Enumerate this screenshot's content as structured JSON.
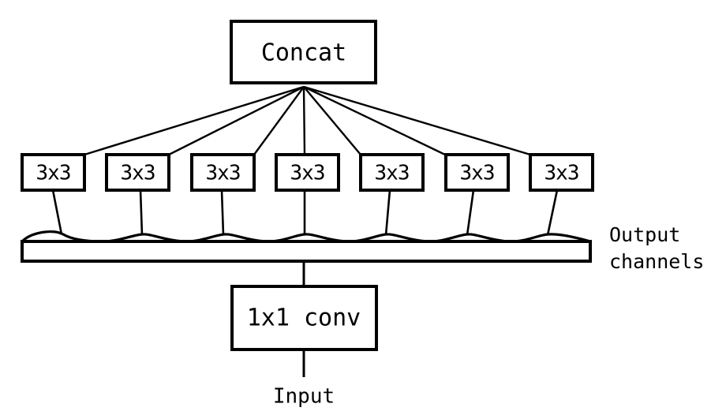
{
  "diagram": {
    "title_node": {
      "id": "concat",
      "label": "Concat"
    },
    "branch_nodes": [
      {
        "id": "branch-1",
        "label": "3x3"
      },
      {
        "id": "branch-2",
        "label": "3x3"
      },
      {
        "id": "branch-3",
        "label": "3x3"
      },
      {
        "id": "branch-4",
        "label": "3x3"
      },
      {
        "id": "branch-5",
        "label": "3x3"
      },
      {
        "id": "branch-6",
        "label": "3x3"
      },
      {
        "id": "branch-7",
        "label": "3x3"
      }
    ],
    "channel_bar": {
      "id": "output-channels-bar",
      "label_line1": "Output",
      "label_line2": "channels"
    },
    "conv_node": {
      "id": "conv-1x1",
      "label": "1x1 conv"
    },
    "input_node": {
      "id": "input",
      "label": "Input"
    },
    "colors": {
      "stroke": "#000000",
      "fill": "#ffffff",
      "background": "#ffffff"
    }
  }
}
